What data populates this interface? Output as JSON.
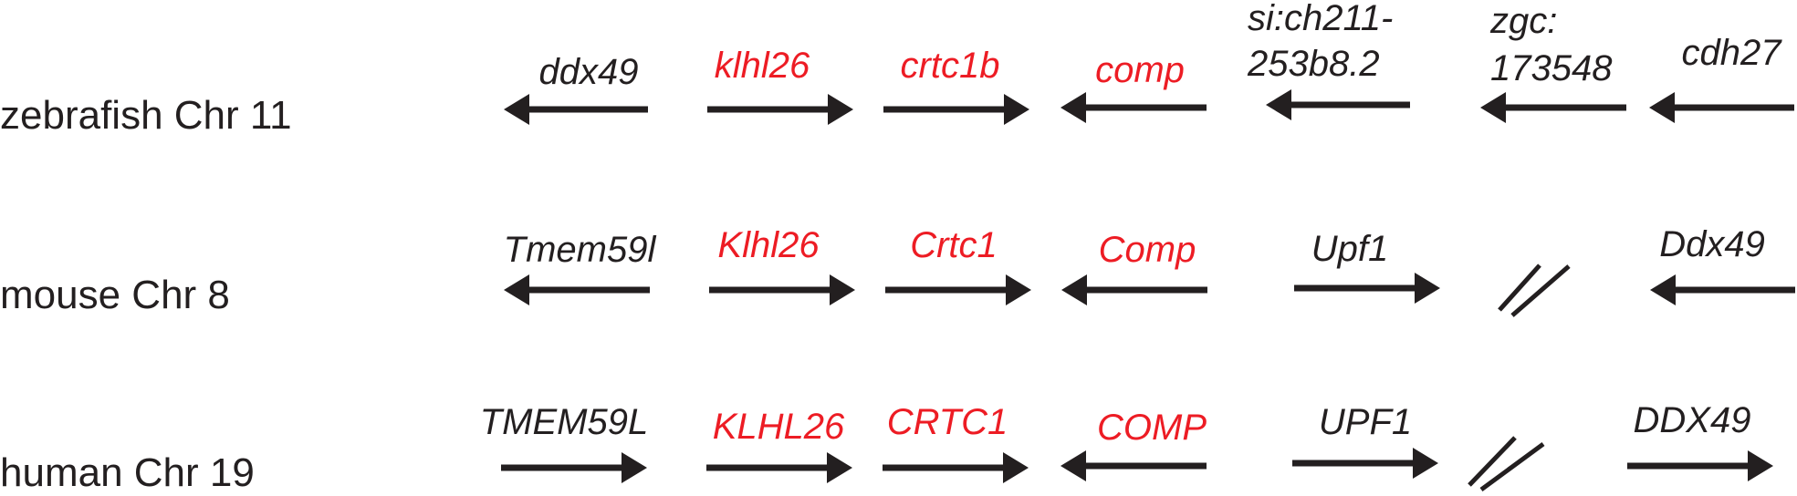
{
  "colors": {
    "default": "#231f20",
    "highlight": "#ed1c24"
  },
  "rows": [
    {
      "label": "zebrafish Chr 11",
      "genes": [
        {
          "name": "ddx49",
          "direction": "left",
          "highlight": false
        },
        {
          "name": "klhl26",
          "direction": "right",
          "highlight": true
        },
        {
          "name": "crtc1b",
          "direction": "right",
          "highlight": true
        },
        {
          "name": "comp",
          "direction": "left",
          "highlight": true
        },
        {
          "name": "si:ch211-253b8.2",
          "name_lines": [
            "si:ch211-",
            "253b8.2"
          ],
          "direction": "left",
          "highlight": false
        },
        {
          "name": "zgc:173548",
          "name_lines": [
            "zgc:",
            "173548"
          ],
          "direction": "left",
          "highlight": false
        },
        {
          "name": "cdh27",
          "direction": "left",
          "highlight": false
        }
      ]
    },
    {
      "label": "mouse Chr 8",
      "genes": [
        {
          "name": "Tmem59l",
          "direction": "left",
          "highlight": false
        },
        {
          "name": "Klhl26",
          "direction": "right",
          "highlight": true
        },
        {
          "name": "Crtc1",
          "direction": "right",
          "highlight": true
        },
        {
          "name": "Comp",
          "direction": "left",
          "highlight": true
        },
        {
          "name": "Upf1",
          "direction": "right",
          "highlight": false
        },
        {
          "name": "Ddx49",
          "direction": "left",
          "highlight": false
        }
      ]
    },
    {
      "label": "human Chr 19",
      "genes": [
        {
          "name": "TMEM59L",
          "direction": "right",
          "highlight": false
        },
        {
          "name": "KLHL26",
          "direction": "right",
          "highlight": true
        },
        {
          "name": "CRTC1",
          "direction": "right",
          "highlight": true
        },
        {
          "name": "COMP",
          "direction": "left",
          "highlight": true
        },
        {
          "name": "UPF1",
          "direction": "right",
          "highlight": false
        },
        {
          "name": "DDX49",
          "direction": "right",
          "highlight": false
        }
      ]
    }
  ]
}
